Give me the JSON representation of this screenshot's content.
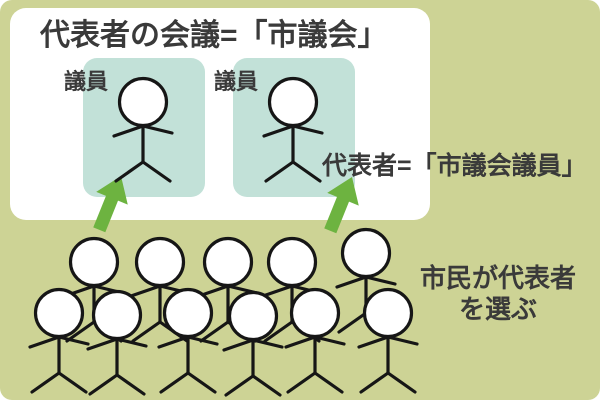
{
  "title": "代表者の会議=「市議会」",
  "council": {
    "boxes": [
      {
        "label": "議員"
      },
      {
        "label": "議員"
      }
    ]
  },
  "annotations": {
    "representative_label": "代表者=「市議会議員」",
    "citizens_label_line1": "市民が代表者",
    "citizens_label_line2": "を選ぶ"
  },
  "crowd": {
    "back_row_count": 5,
    "front_row_count": 6,
    "representative_count": 2
  },
  "colors": {
    "page_background": "#cdd395",
    "panel_background": "#ffffff",
    "member_box_background": "#c2e1d8",
    "arrow_green": "#6db340",
    "text_color": "#3a3a3a",
    "figure_stroke": "#161616",
    "figure_fill": "#ffffff"
  }
}
